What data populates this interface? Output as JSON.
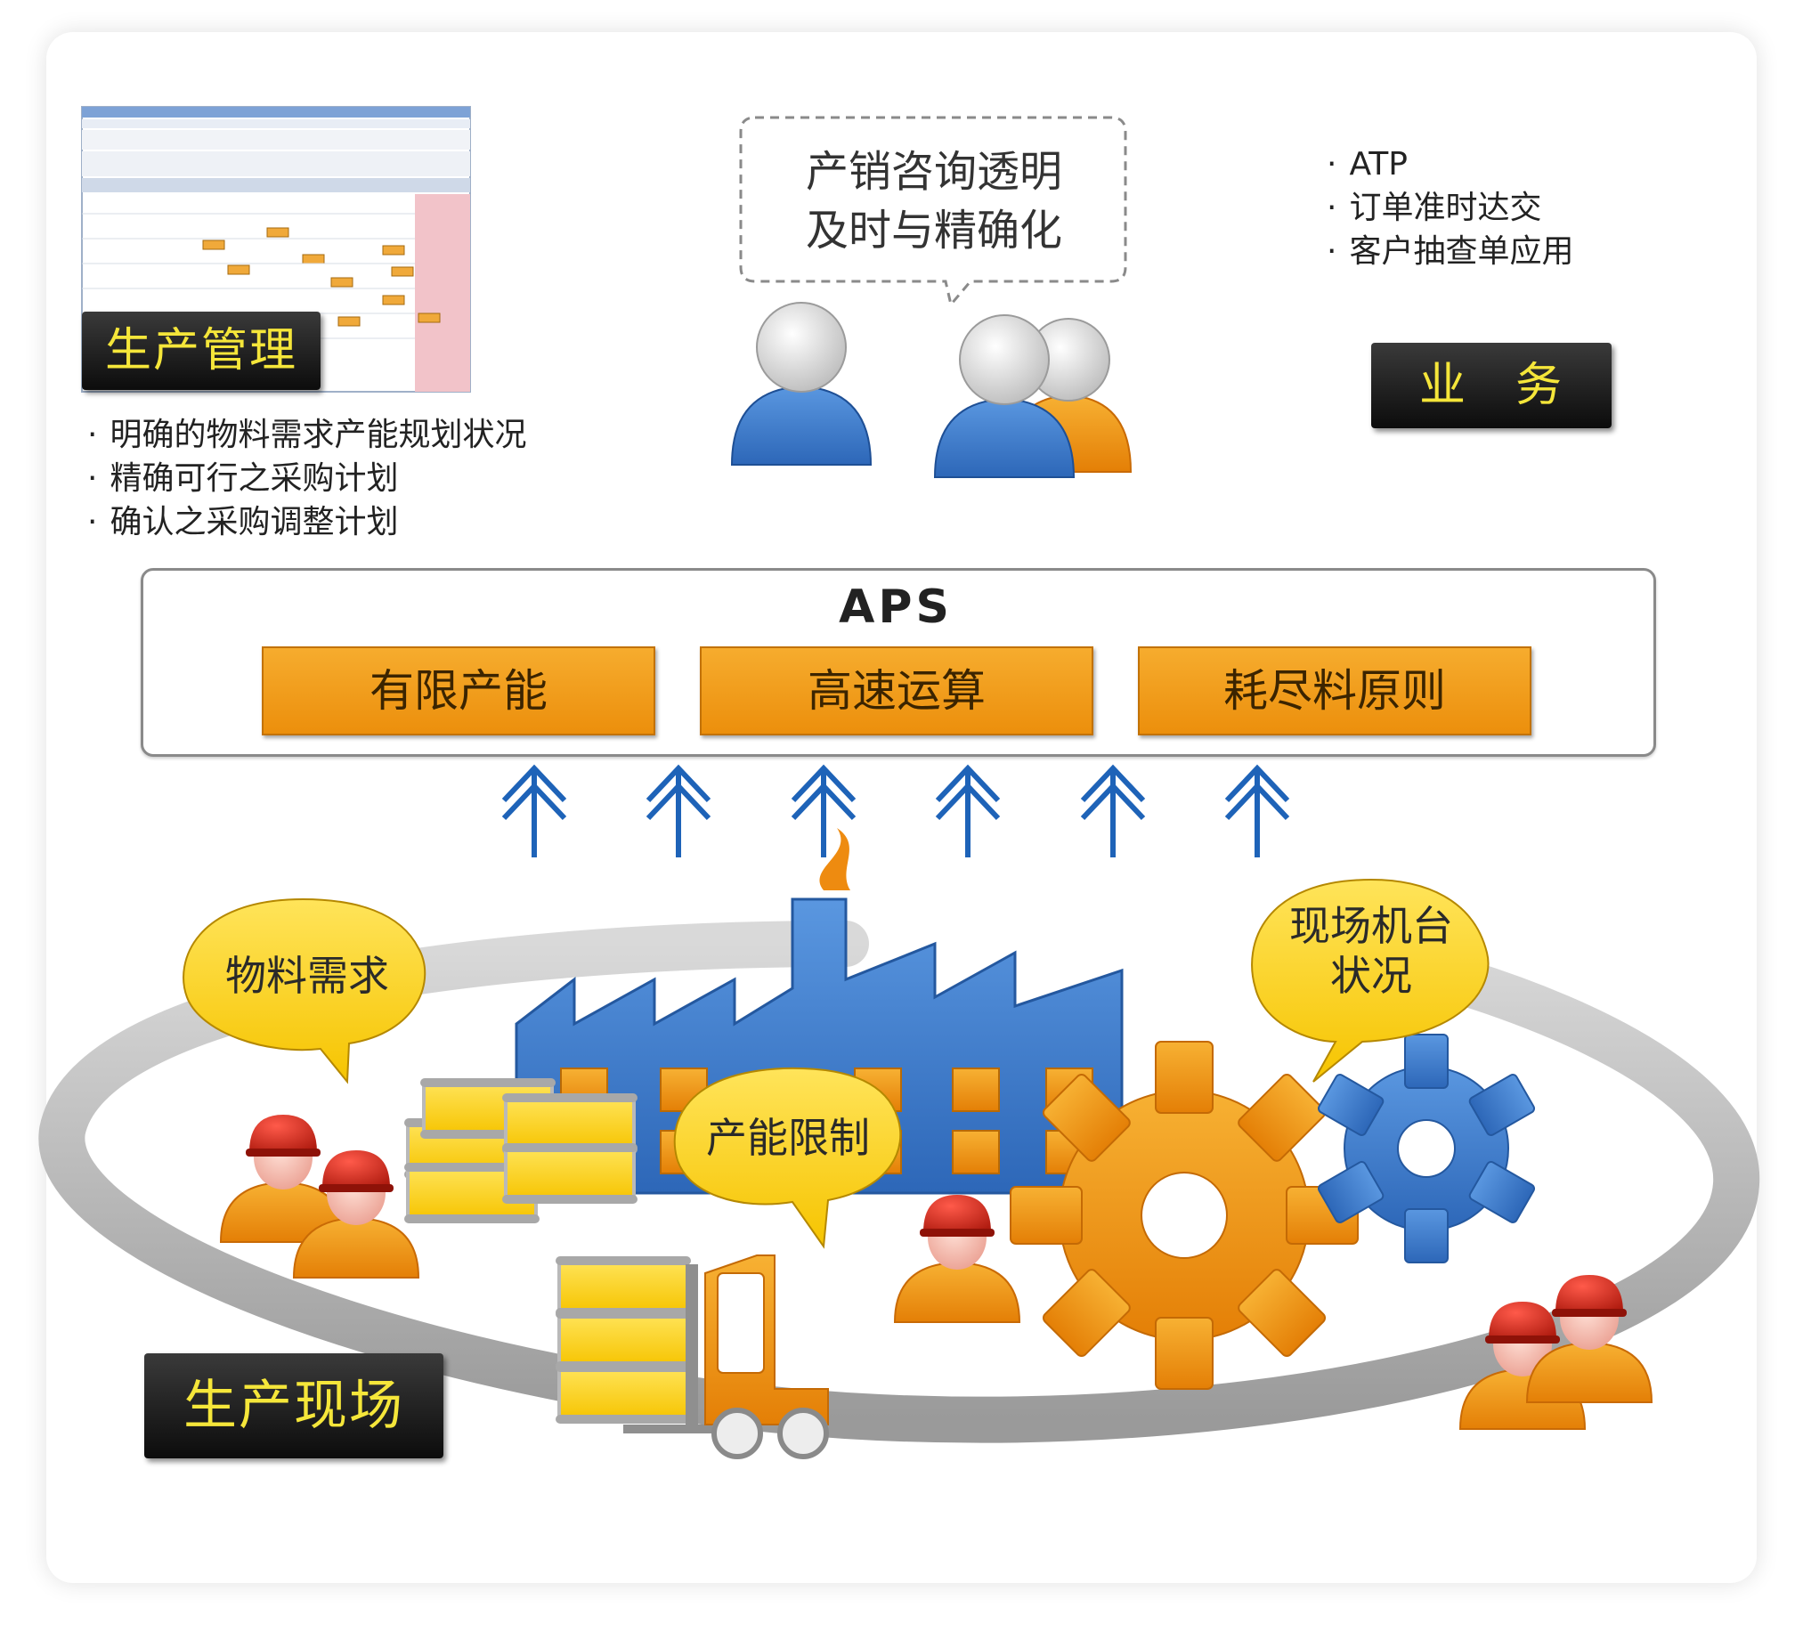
{
  "management": {
    "label": "生产管理",
    "bullets": [
      "明确的物料需求产能规划状况",
      "精确可行之采购计划",
      "确认之采购调整计划"
    ]
  },
  "consult": {
    "line1": "产销咨询透明",
    "line2": "及时与精确化"
  },
  "business": {
    "label": "业　务",
    "bullets": [
      "ATP",
      "订单准时达交",
      "客户抽查单应用"
    ]
  },
  "aps": {
    "title": "APS",
    "items": [
      "有限产能",
      "高速运算",
      "耗尽料原则"
    ]
  },
  "floor": {
    "label": "生产现场",
    "bubbles": {
      "material": "物料需求",
      "capacity": "产能限制",
      "machine_line1": "现场机台",
      "machine_line2": "状况"
    }
  },
  "colors": {
    "accent_orange": "#ef9a12",
    "label_yellow": "#f5e63a",
    "arrow_blue": "#1e63b8",
    "factory_blue": "#3f7fd0",
    "bubble_yellow": "#ffd21a",
    "helmet_red": "#d92d20"
  }
}
